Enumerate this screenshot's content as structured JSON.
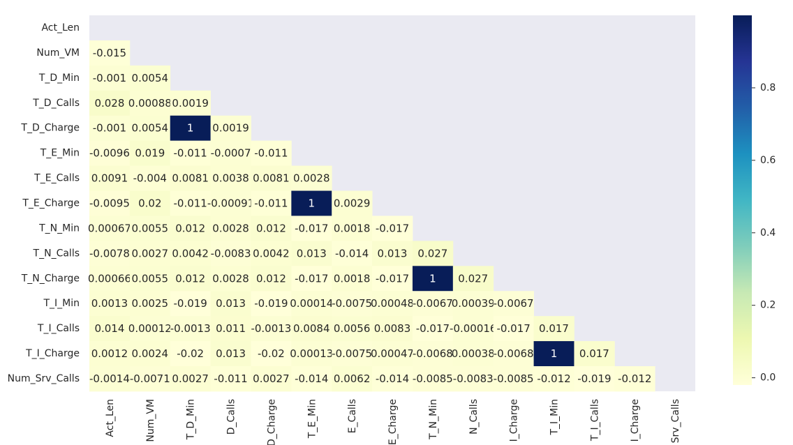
{
  "chart_data": {
    "type": "heatmap",
    "title": "",
    "xlabel": "",
    "ylabel": "",
    "mask": "upper-triangle-including-diagonal",
    "labels": [
      "Act_Len",
      "Num_VM",
      "T_D_Min",
      "T_D_Calls",
      "T_D_Charge",
      "T_E_Min",
      "T_E_Calls",
      "T_E_Charge",
      "T_N_Min",
      "T_N_Calls",
      "T_N_Charge",
      "T_I_Min",
      "T_I_Calls",
      "T_I_Charge",
      "Num_Srv_Calls"
    ],
    "x_tick_labels": [
      "Act_Len",
      "Num_VM",
      "T_D_Min",
      "D_Calls",
      "D_Charge",
      "T_E_Min",
      "E_Calls",
      "E_Charge",
      "T_N_Min",
      "N_Calls",
      "I_Charge",
      "T_I_Min",
      "T_I_Calls",
      "I_Charge",
      "Srv_Calls"
    ],
    "cells": [
      [],
      [
        "-0.015"
      ],
      [
        "-0.001",
        "0.0054"
      ],
      [
        "0.028",
        "0.00088",
        "0.0019"
      ],
      [
        "-0.001",
        "0.0054",
        "1",
        "0.0019"
      ],
      [
        "-0.0096",
        "0.019",
        "-0.011",
        "-0.0007",
        "-0.011"
      ],
      [
        "0.0091",
        "-0.004",
        "0.0081",
        "0.0038",
        "0.0081",
        "0.0028"
      ],
      [
        "-0.0095",
        "0.02",
        "-0.011",
        "-0.00091",
        "-0.011",
        "1",
        "0.0029"
      ],
      [
        "0.00067",
        "0.0055",
        "0.012",
        "0.0028",
        "0.012",
        "-0.017",
        "0.0018",
        "-0.017"
      ],
      [
        "-0.0078",
        "0.0027",
        "0.0042",
        "-0.0083",
        "0.0042",
        "0.013",
        "-0.014",
        "0.013",
        "0.027"
      ],
      [
        "0.00066",
        "0.0055",
        "0.012",
        "0.0028",
        "0.012",
        "-0.017",
        "0.0018",
        "-0.017",
        "1",
        "0.027"
      ],
      [
        "0.0013",
        "0.0025",
        "-0.019",
        "0.013",
        "-0.019",
        "0.00014",
        "-0.0075",
        "0.00048",
        "-0.0067",
        "0.00039",
        "-0.0067"
      ],
      [
        "0.014",
        "0.00012",
        "-0.0013",
        "0.011",
        "-0.0013",
        "0.0084",
        "0.0056",
        "0.0083",
        "-0.017",
        "-0.00016",
        "-0.017",
        "0.017"
      ],
      [
        "0.0012",
        "0.0024",
        "-0.02",
        "0.013",
        "-0.02",
        "0.00013",
        "-0.0075",
        "0.00047",
        "-0.0068",
        "0.00038",
        "-0.0068",
        "1",
        "0.017"
      ],
      [
        "-0.0014",
        "-0.0071",
        "0.0027",
        "-0.011",
        "0.0027",
        "-0.014",
        "0.0062",
        "-0.014",
        "-0.0085",
        "-0.0083",
        "-0.0085",
        "-0.012",
        "-0.019",
        "-0.012"
      ]
    ],
    "colorbar": {
      "colormap": "YlGnBu",
      "range": [
        -0.02,
        1
      ],
      "ticks": [
        0.0,
        0.2,
        0.4,
        0.6,
        0.8
      ],
      "tick_labels": [
        "0.0",
        "0.2",
        "0.4",
        "0.6",
        "0.8"
      ]
    },
    "colors": {
      "plot_background": "#eaeaf2",
      "low": "#ffffd9",
      "high": "#081d58",
      "text_dark": "#262626",
      "text_light": "#ffffff"
    }
  }
}
